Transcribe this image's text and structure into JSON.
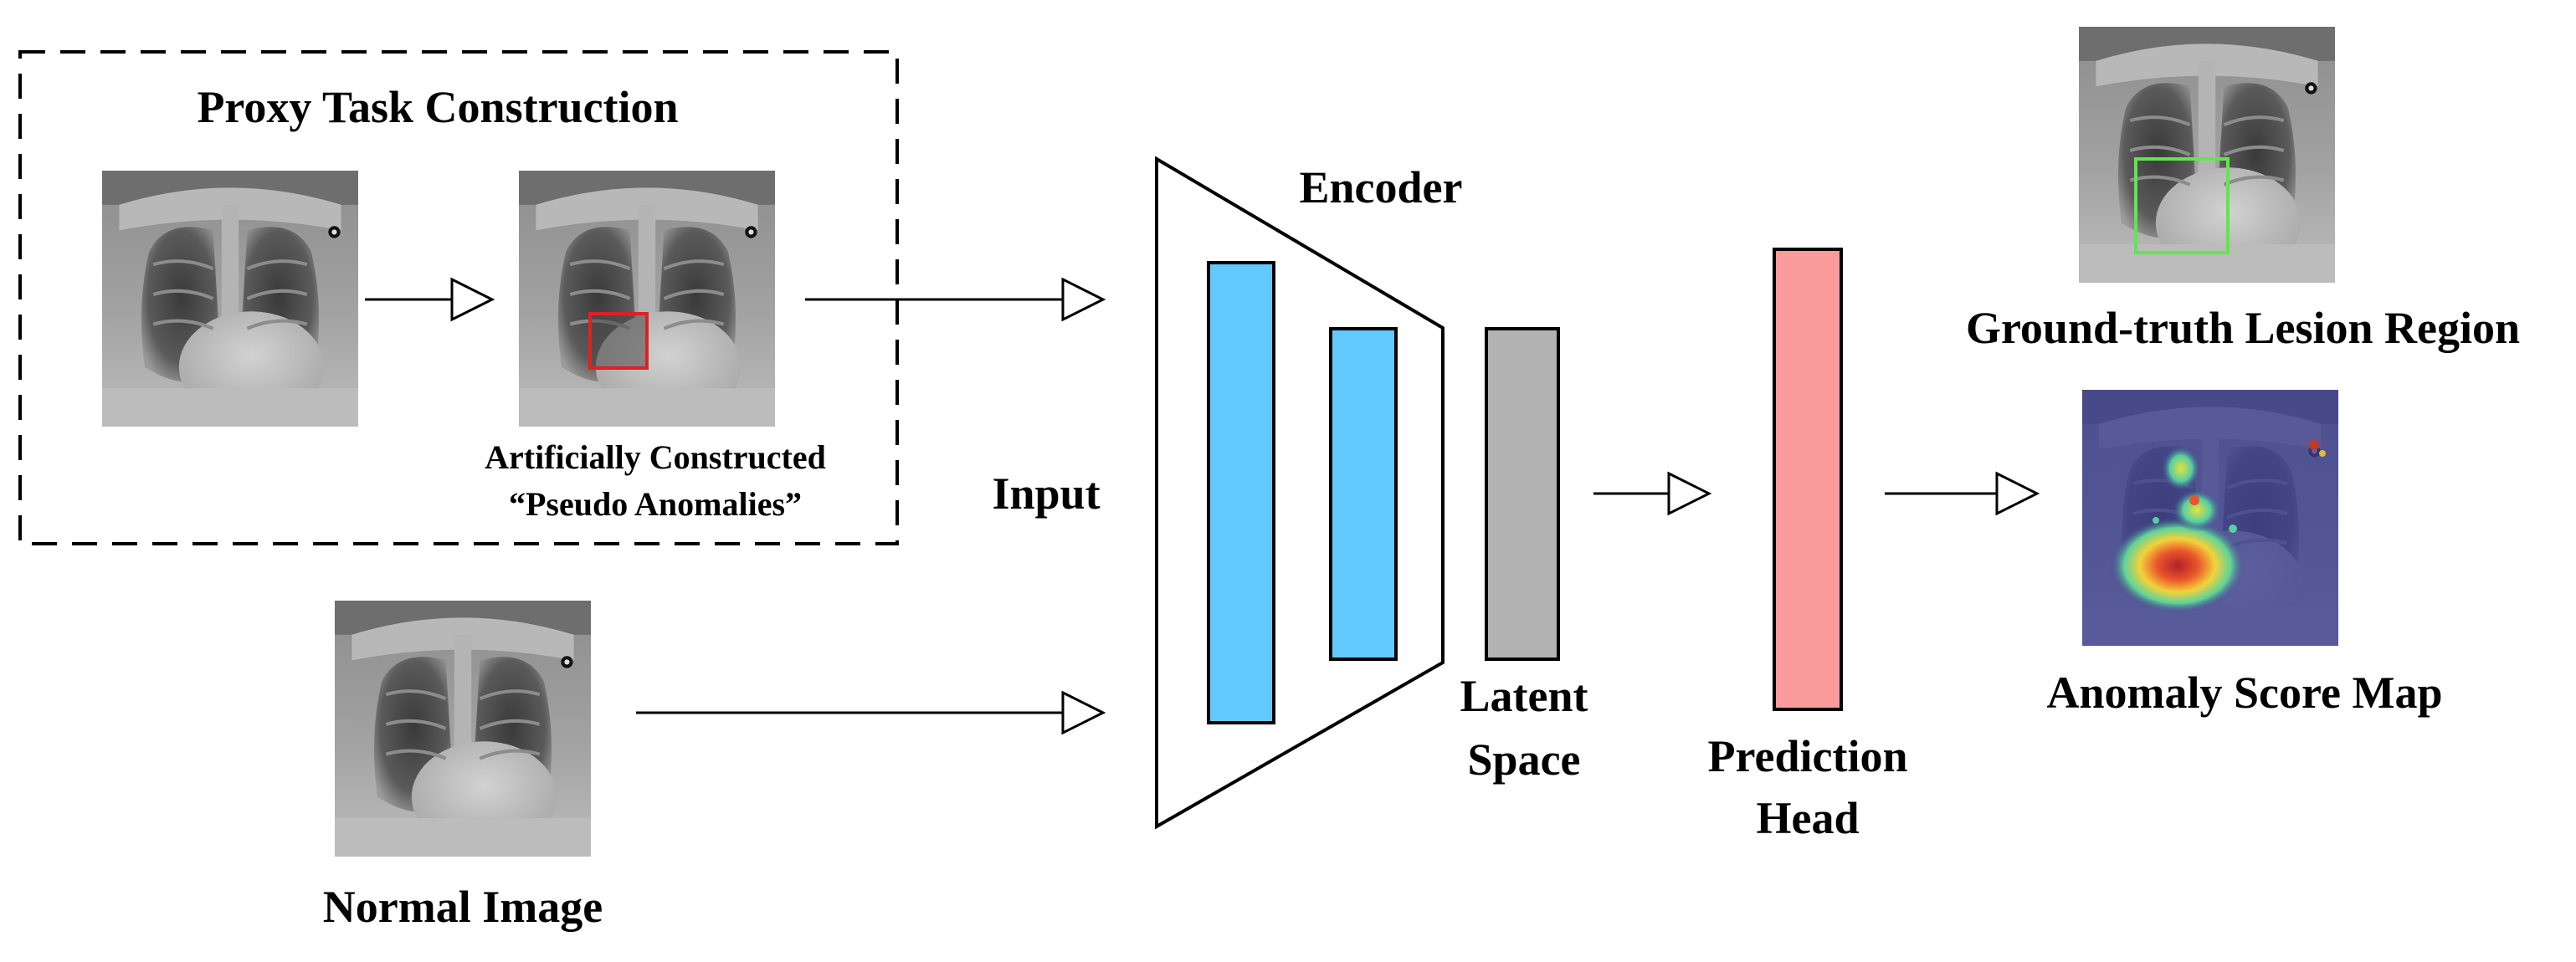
{
  "proxy_task": {
    "title": "Proxy Task Construction",
    "pseudo_line1": "Artificially Constructed",
    "pseudo_line2": "“Pseudo Anomalies”"
  },
  "input_label": "Input",
  "normal_image_label": "Normal Image",
  "encoder_label": "Encoder",
  "latent_line1": "Latent",
  "latent_line2": "Space",
  "head_line1": "Prediction",
  "head_line2": "Head",
  "ground_truth_label": "Ground-truth Lesion Region",
  "anomaly_map_label": "Anomaly Score Map",
  "colors": {
    "encoder_block": "#62c9fc",
    "latent_block": "#b3b3b3",
    "head_block": "#fb9a9a",
    "pseudo_box": "#e02020",
    "gt_box": "#5ee84c",
    "heatmap_bg": "#3d3f8f"
  }
}
